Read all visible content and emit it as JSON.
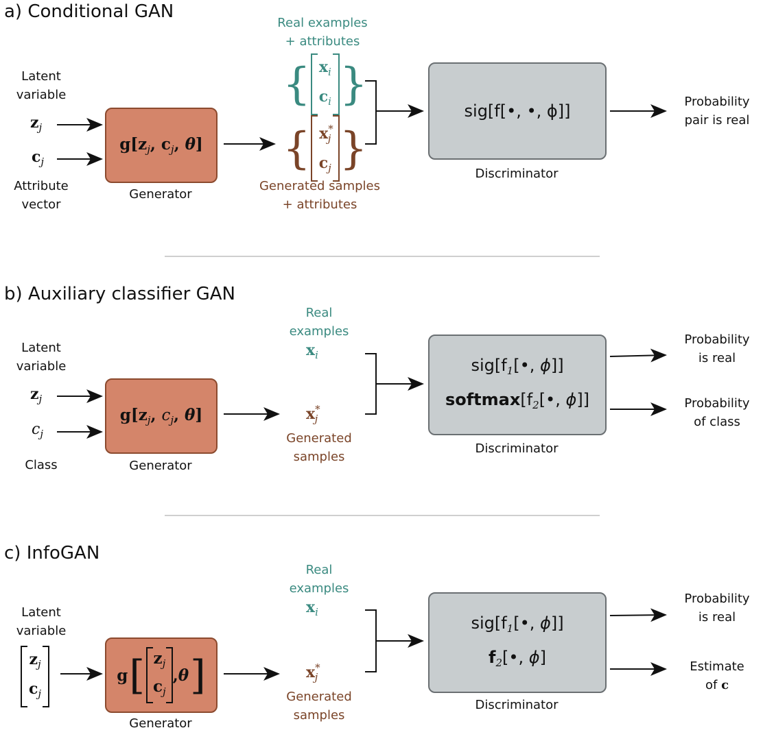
{
  "panel_a": {
    "title": "a) Conditional GAN",
    "latent_label": "Latent\nvariable",
    "z_input": "z",
    "z_sub": "j",
    "c_input": "c",
    "c_sub": "j",
    "attribute_label": "Attribute\nvector",
    "generator_expr": "g[z",
    "generator_label": "Generator",
    "real_label": "Real examples\n+ attributes",
    "generated_label": "Generated samples\n+ attributes",
    "discriminator_expr": "sig[f[•, •, ϕ]]",
    "discriminator_label": "Discriminator",
    "output_label": "Probability\npair is real"
  },
  "panel_b": {
    "title": "b) Auxiliary classifier GAN",
    "latent_label": "Latent\nvariable",
    "class_label": "Class",
    "generator_label": "Generator",
    "real_label": "Real\nexamples",
    "generated_label": "Generated\nsamples",
    "disc_line1": "sig[f",
    "disc_line2": "softmax[f",
    "discriminator_label": "Discriminator",
    "output1_label": "Probability\nis real",
    "output2_label": "Probability\nof class"
  },
  "panel_c": {
    "title": "c) InfoGAN",
    "latent_label": "Latent\nvariable",
    "generator_label": "Generator",
    "real_label": "Real\nexamples",
    "generated_label": "Generated\nsamples",
    "disc_line1": "sig[f",
    "disc_line2": "f",
    "discriminator_label": "Discriminator",
    "output1_label": "Probability\nis real",
    "output2_label": "Estimate\nof"
  },
  "colors": {
    "generator_fill": "#d4856a",
    "generator_border": "#8b4a2e",
    "discriminator_fill": "#c8cdcf",
    "real_text": "#3a8a80",
    "generated_text": "#7a4428"
  }
}
